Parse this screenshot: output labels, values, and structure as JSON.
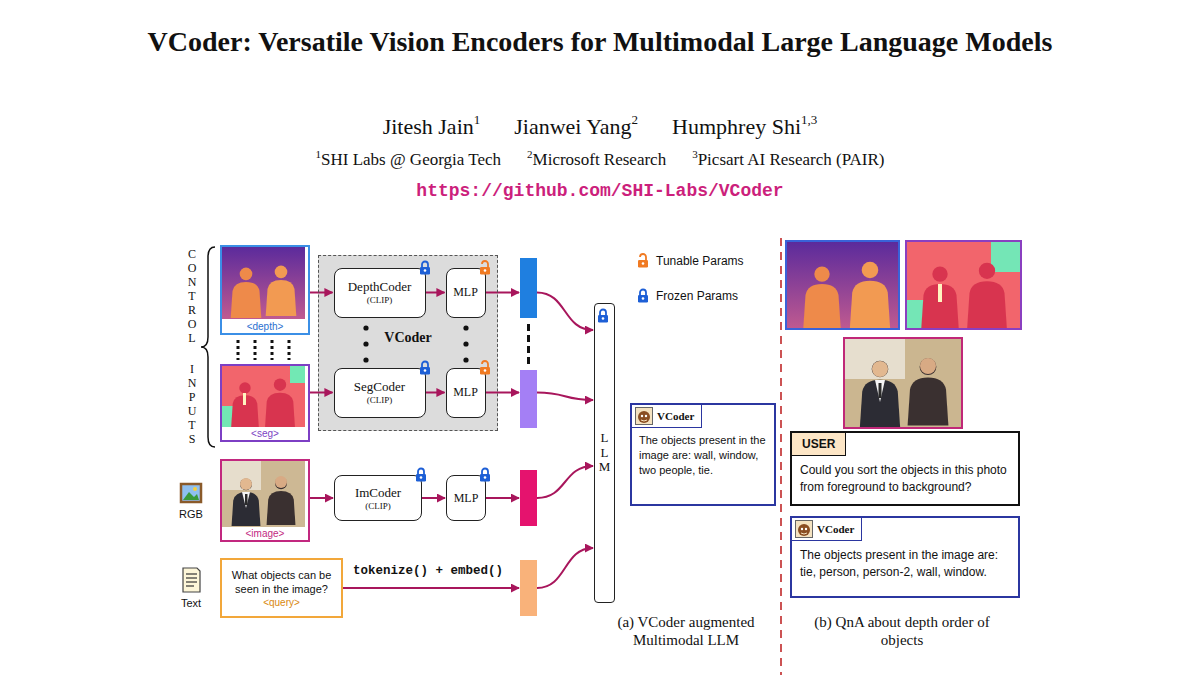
{
  "diagram": {
    "title": "VCoder: Versatile Vision Encoders for Multimodal Large Language Models",
    "nodes": [
      {
        "text": [
          "<depth>"
        ]
      },
      {
        "text": [
          "<seg>"
        ]
      },
      {
        "text": [
          "VCoder"
        ]
      },
      {
        "text": [
          "DepthCoder",
          "(CLIP)"
        ],
        "in": 2
      },
      {
        "text": [
          "MLP"
        ],
        "in": 2
      },
      {
        "text": [
          "SegCoder",
          "(CLIP)"
        ],
        "in": 2
      },
      {
        "text": [
          "MLP"
        ],
        "in": 2
      },
      {
        "text": [
          "<image>"
        ]
      },
      {
        "text": [
          "ImCoder",
          "(CLIP)"
        ]
      },
      {
        "text": [
          "MLP"
        ]
      },
      {
        "text": [
          "What objects can be seen in the image?",
          "<query>"
        ]
      },
      {
        "text": [
          "LLM"
        ]
      },
      {
        "text": [
          "VCoder",
          "The objects present in the image are: wall, window, two people, tie."
        ]
      },
      {
        "text": [
          "USER",
          "Could you sort the objects in this photo from foreground to background?"
        ]
      },
      {
        "text": [
          "VCoder",
          "The objects present in the image are: tie, person, person-2, wall, window."
        ]
      }
    ],
    "edges": [
      {
        "from": 0,
        "to": 3,
        "arrow": "to"
      },
      {
        "from": 3,
        "to": 4,
        "arrow": "to"
      },
      {
        "from": 1,
        "to": 5,
        "arrow": "to"
      },
      {
        "from": 5,
        "to": 6,
        "arrow": "to"
      },
      {
        "from": 7,
        "to": 8,
        "arrow": "to"
      },
      {
        "from": 8,
        "to": 9,
        "arrow": "to"
      },
      {
        "from": 4,
        "to": 11,
        "arrow": "to"
      },
      {
        "from": 6,
        "to": 11,
        "arrow": "to"
      },
      {
        "from": 9,
        "to": 11,
        "arrow": "to"
      },
      {
        "from": 10,
        "to": 11,
        "label": "tokenize() + embed()",
        "arrow": "to"
      }
    ],
    "labels": [
      "Jitesh Jain",
      "1",
      "Jianwei Yang",
      "2",
      "Humphrey Shi",
      "1,3",
      "1",
      "SHI Labs @ Georgia Tech",
      "2",
      "Microsoft Research",
      "3",
      "Picsart AI Research (PAIR)",
      "https://github.com/SHI-Labs/VCoder",
      "CONTROL",
      "INPUTS",
      "RGB",
      "Text",
      "(a) VCoder augmented Multimodal LLM",
      "(b) QnA about depth order of objects"
    ],
    "legend": [
      {
        "text": "Tunable Params"
      },
      {
        "text": "Frozen Params"
      }
    ]
  }
}
